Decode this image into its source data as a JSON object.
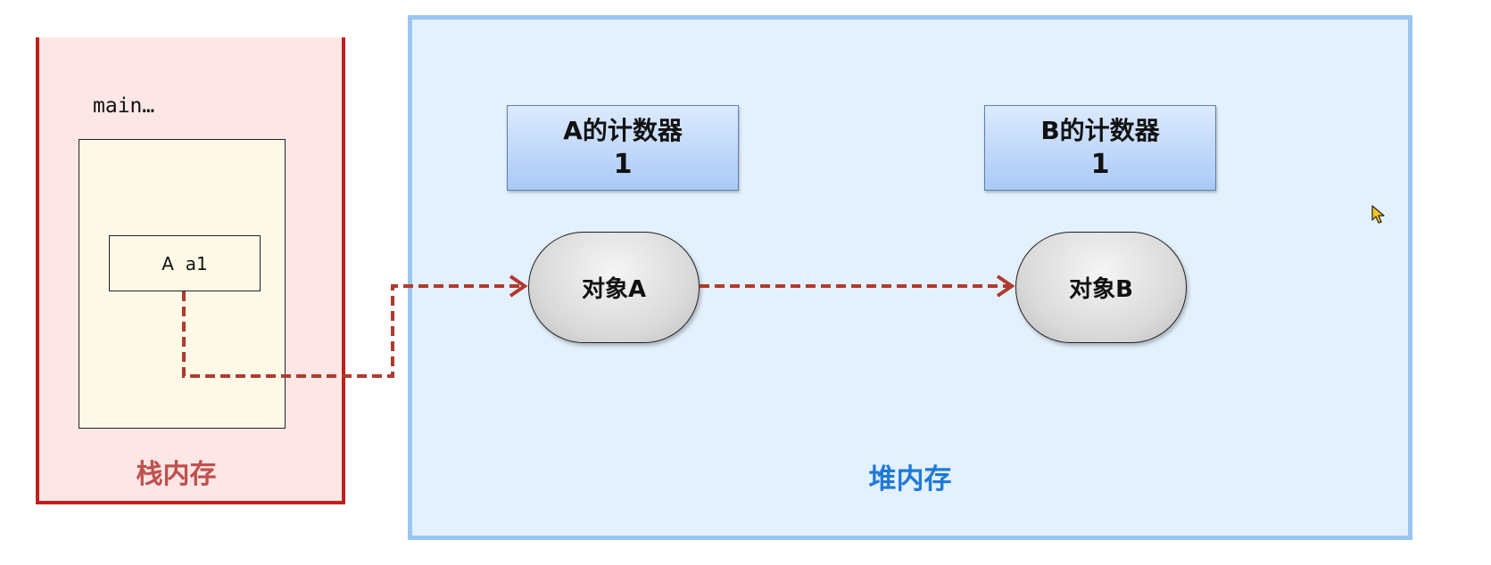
{
  "stack": {
    "label": "栈内存",
    "frame_title": "main…",
    "variable": "A  a1",
    "color": "#c0201c",
    "fill": "#fde6e6"
  },
  "heap": {
    "label": "堆内存",
    "color": "#1f7ad6",
    "fill": "#e3f0fd"
  },
  "counters": [
    {
      "label": "A的计数器",
      "value": "1"
    },
    {
      "label": "B的计数器",
      "value": "1"
    }
  ],
  "objects": [
    {
      "label": "对象A"
    },
    {
      "label": "对象B"
    }
  ],
  "references": [
    {
      "from": "a1",
      "to": "对象A",
      "style": "dashed",
      "color": "#b03a2e"
    },
    {
      "from": "对象A",
      "to": "对象B",
      "style": "dashed",
      "color": "#b03a2e"
    }
  ],
  "icons": {
    "cursor": "mouse-pointer-icon"
  }
}
